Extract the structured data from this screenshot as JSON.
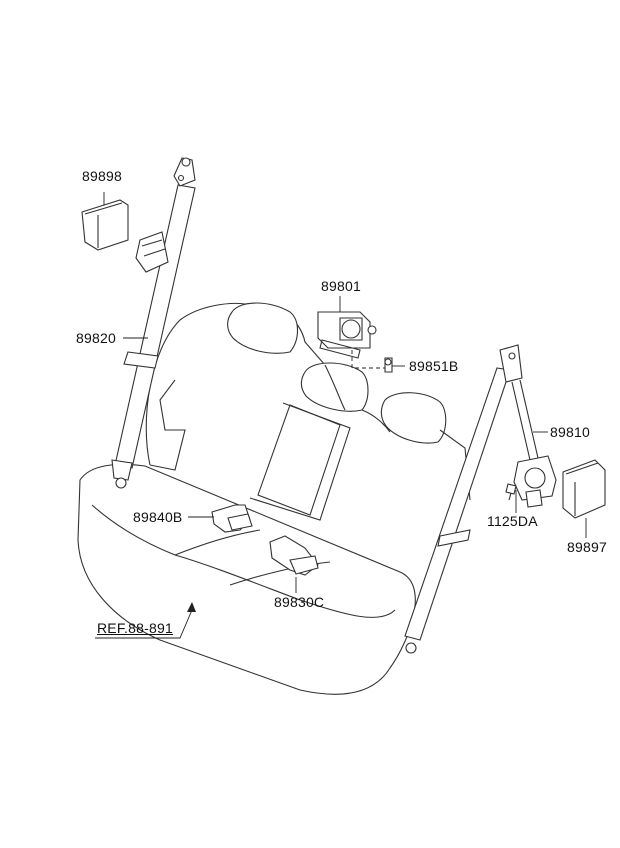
{
  "diagram": {
    "parts": {
      "p89898": "89898",
      "p89820": "89820",
      "p89801": "89801",
      "p89851B": "89851B",
      "p89810": "89810",
      "p89840B": "89840B",
      "p1125DA": "1125DA",
      "p89897": "89897",
      "p89830C": "89830C",
      "ref": "REF.88-891"
    }
  }
}
